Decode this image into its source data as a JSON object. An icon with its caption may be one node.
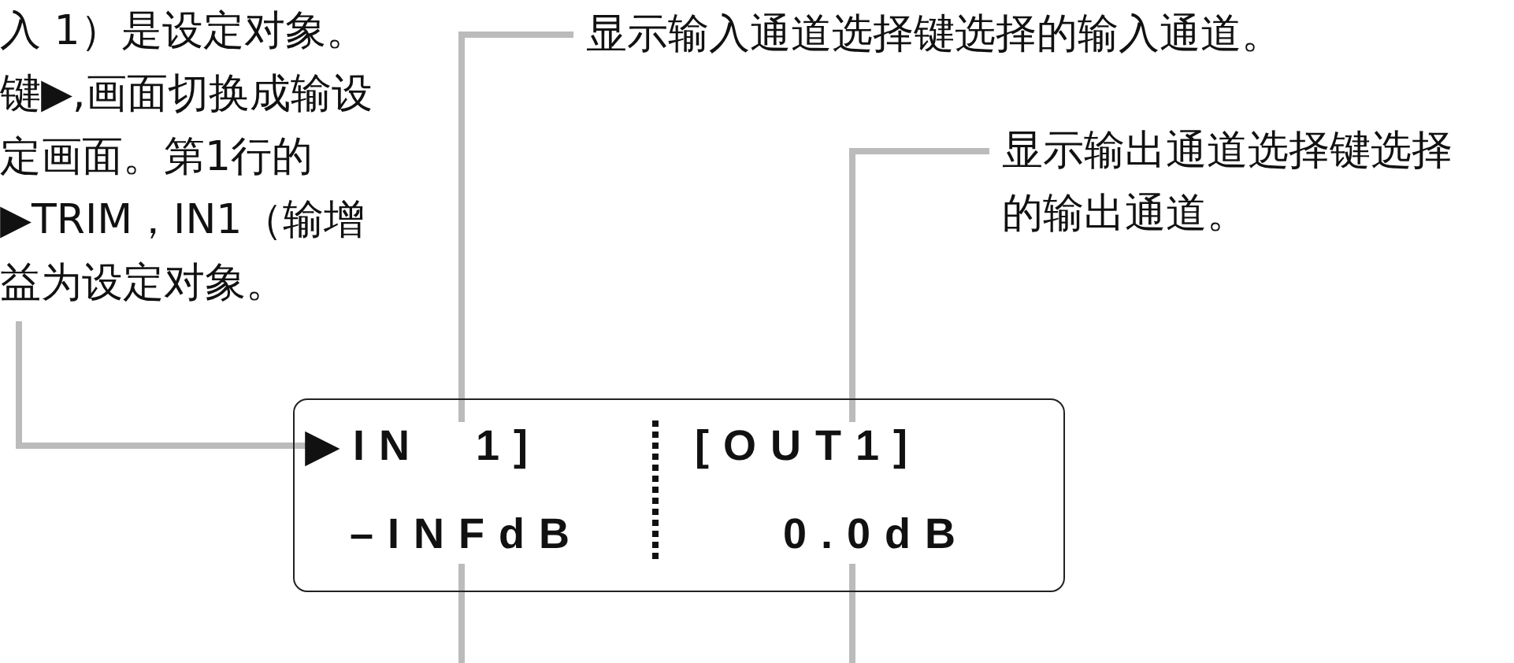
{
  "diagram": {
    "nodes": [
      {
        "text": [
          "入 1）是设定对象。键▶,画面切换成输设定画面。第1行的▶TRIM，IN1（输增益为设定对象。"
        ]
      },
      {
        "text": [
          "显示输入通道选择键选择的输入通道。"
        ]
      },
      {
        "text": [
          "显示输出通道选择键选择的输出通道。"
        ]
      },
      {
        "text": [],
        "shape": "box"
      },
      {
        "text": [
          "▶IN  1]"
        ],
        "in": 3
      },
      {
        "text": [
          "[OUT1]"
        ],
        "in": 3
      },
      {
        "text": [
          "–INFdB"
        ],
        "in": 3
      },
      {
        "text": [
          "0.0dB"
        ],
        "in": 3
      }
    ],
    "edges": [
      {
        "from": 0,
        "to": 4,
        "arrow": "none"
      },
      {
        "from": 1,
        "to": 4,
        "arrow": "none"
      },
      {
        "from": 2,
        "to": 5,
        "arrow": "none"
      },
      {
        "from": 6,
        "to": null,
        "arrow": "none"
      },
      {
        "from": 7,
        "to": null,
        "arrow": "none"
      }
    ]
  }
}
